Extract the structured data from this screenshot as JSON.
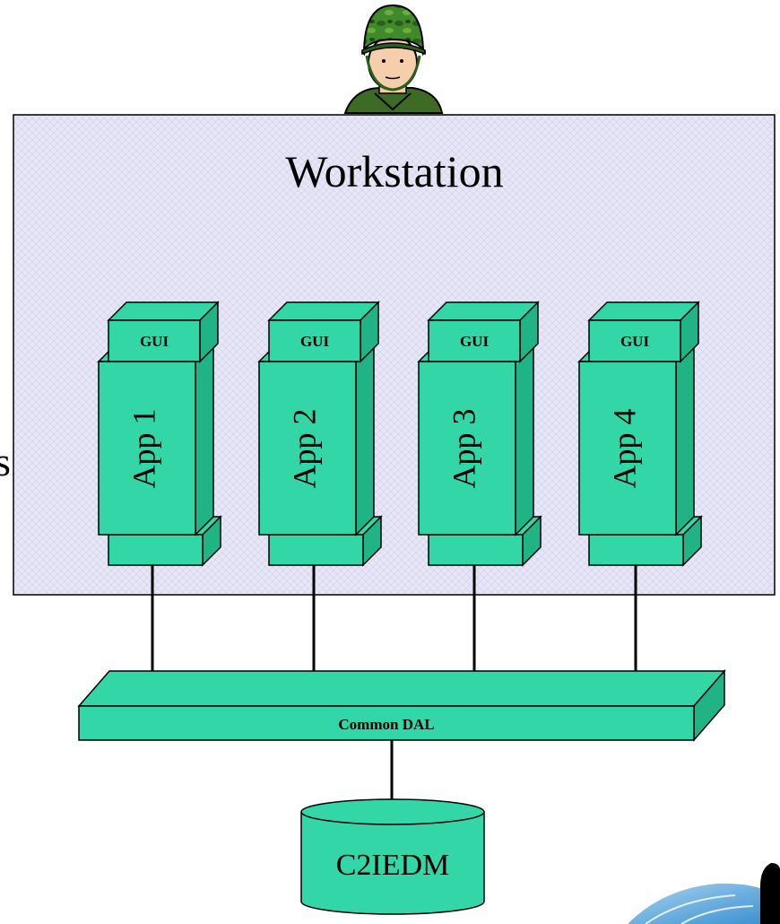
{
  "workstation": {
    "title": "Workstation"
  },
  "apps": [
    {
      "gui_label": "GUI",
      "app_label": "App 1"
    },
    {
      "gui_label": "GUI",
      "app_label": "App 2"
    },
    {
      "gui_label": "GUI",
      "app_label": "App 3"
    },
    {
      "gui_label": "GUI",
      "app_label": "App 4"
    }
  ],
  "dal": {
    "label": "Common DAL"
  },
  "database": {
    "label": "C2IEDM"
  },
  "icons": {
    "user": "soldier-icon",
    "corner": "globe-logo-icon"
  },
  "colors": {
    "component_fill": "#33d6a6",
    "component_shade": "#1fb386",
    "workstation_fill": "#e4e4f4",
    "outline": "#000000"
  }
}
